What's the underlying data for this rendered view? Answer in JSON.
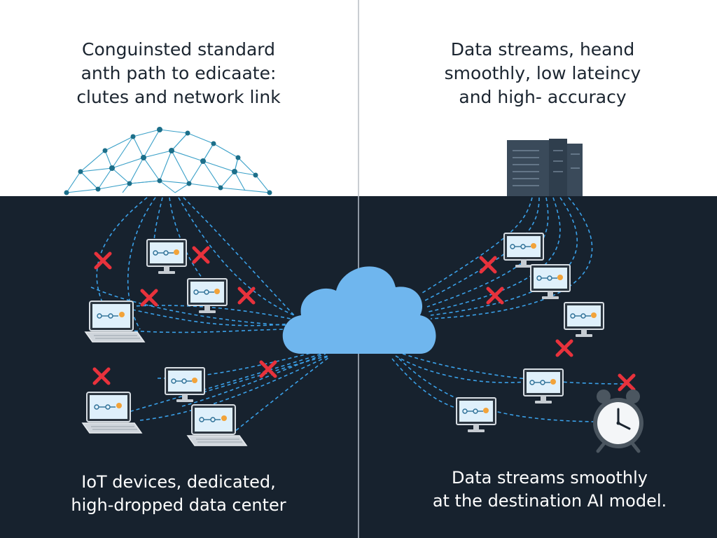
{
  "left_panel": {
    "heading_lines": [
      "Conguinsted standard",
      "anth path to edicaate:",
      "clutes and network link"
    ],
    "caption_lines": [
      "IoT devices, dedicated,",
      "high-dropped data center"
    ]
  },
  "right_panel": {
    "heading_lines": [
      "Data streams, heand",
      "smoothly, low lateincy",
      "and high- accuracy"
    ],
    "caption_lines": [
      "Data streams smoothly",
      "at the destination AI model."
    ]
  },
  "colors": {
    "dark_background": "#17222e",
    "link_blue": "#3aa0e8",
    "cloud_blue": "#6fb6ee",
    "error_red": "#e8323c",
    "node_teal": "#1c6f8a"
  },
  "icons": [
    "network-mesh-icon",
    "server-rack-icon",
    "cloud-icon",
    "monitor-icon",
    "laptop-icon",
    "error-x-icon",
    "alarm-clock-icon"
  ]
}
